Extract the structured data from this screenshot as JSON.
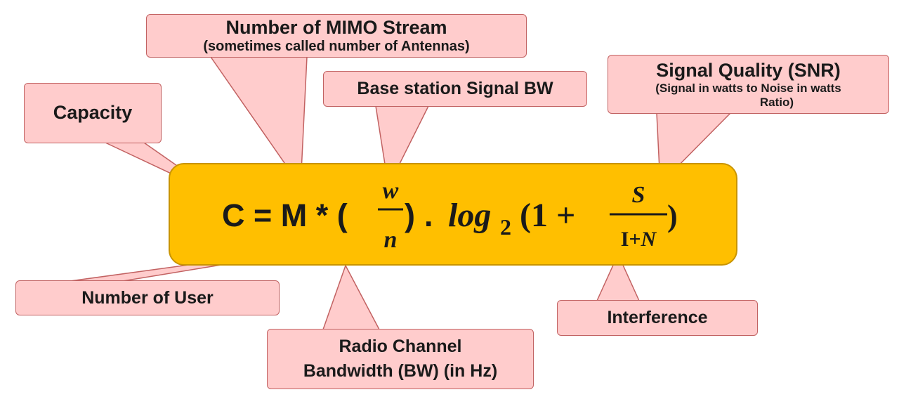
{
  "callouts": {
    "capacity": {
      "label": "Capacity"
    },
    "mimo": {
      "title": "Number of MIMO Stream",
      "subtitle": "(sometimes called number of Antennas)"
    },
    "base_bw": {
      "label": "Base station Signal BW"
    },
    "snr": {
      "title": "Signal Quality (SNR)",
      "subtitle_line1": "(Signal in watts to Noise in watts",
      "subtitle_line2": "Ratio)"
    },
    "users": {
      "label": "Number of User"
    },
    "radio_bw": {
      "line1": "Radio Channel",
      "line2": "Bandwidth (BW) (in Hz)"
    },
    "interference": {
      "label": "Interference"
    }
  },
  "formula": {
    "lhs": "C = M * (",
    "frac1_num": "w",
    "frac1_den": "n",
    "close1": ")",
    "dot": ".",
    "log": "log",
    "base": "2",
    "open2": "(1 +",
    "frac2_num": "S",
    "frac2_den_i": "I+",
    "frac2_den_n": "N",
    "close2": ")"
  },
  "colors": {
    "formula_fill": "#ffbf00",
    "callout_fill": "#ffcccc",
    "callout_border": "#c26262"
  }
}
